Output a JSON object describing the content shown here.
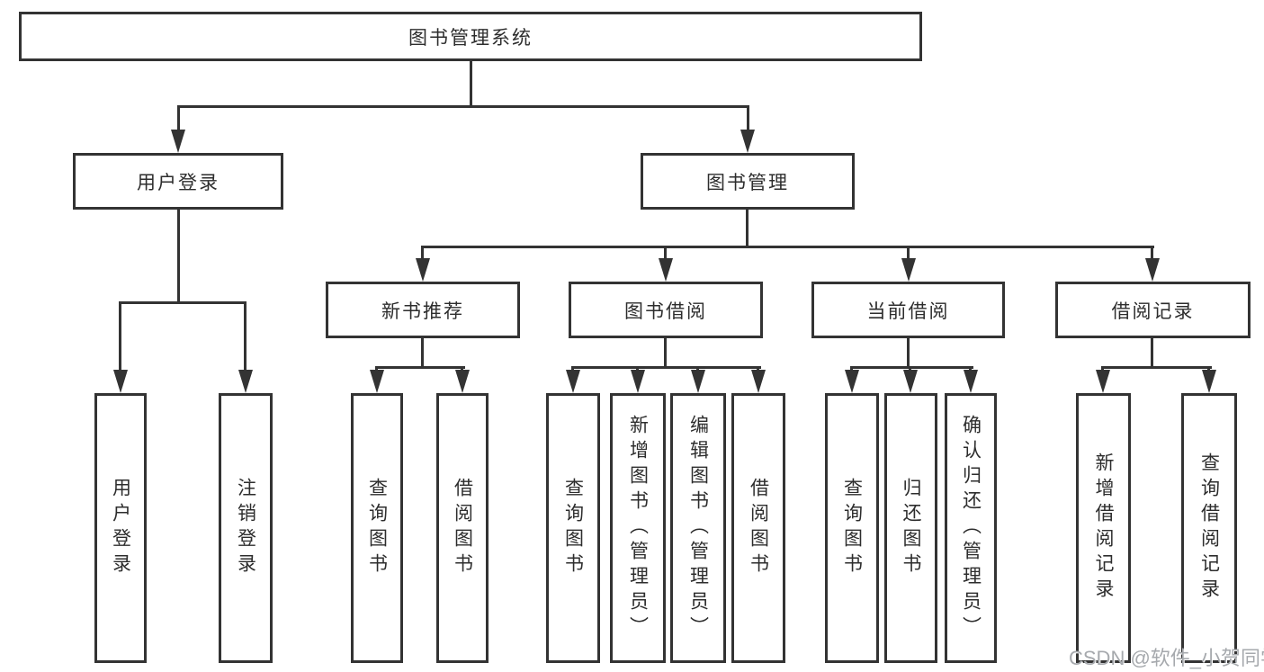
{
  "diagram": {
    "title": "图书管理系统",
    "level2": [
      "用户登录",
      "图书管理"
    ],
    "level3": [
      "新书推荐",
      "图书借阅",
      "当前借阅",
      "借阅记录"
    ],
    "leaves": {
      "user_login": [
        "用户登录",
        "注销登录"
      ],
      "new_books": [
        "查询图书",
        "借阅图书"
      ],
      "book_borrow": [
        "查询图书",
        "新增图书（管理员）",
        "编辑图书（管理员）",
        "借阅图书"
      ],
      "current_borrow": [
        "查询图书",
        "归还图书",
        "确认归还（管理员）"
      ],
      "borrow_records": [
        "新增借阅记录",
        "查询借阅记录"
      ]
    }
  },
  "watermark": "CSDN @软件_小贺同学",
  "colors": {
    "line": "#333333",
    "text": "#2d2d2d",
    "watermark": "#a6a9ad",
    "background": "#ffffff"
  }
}
